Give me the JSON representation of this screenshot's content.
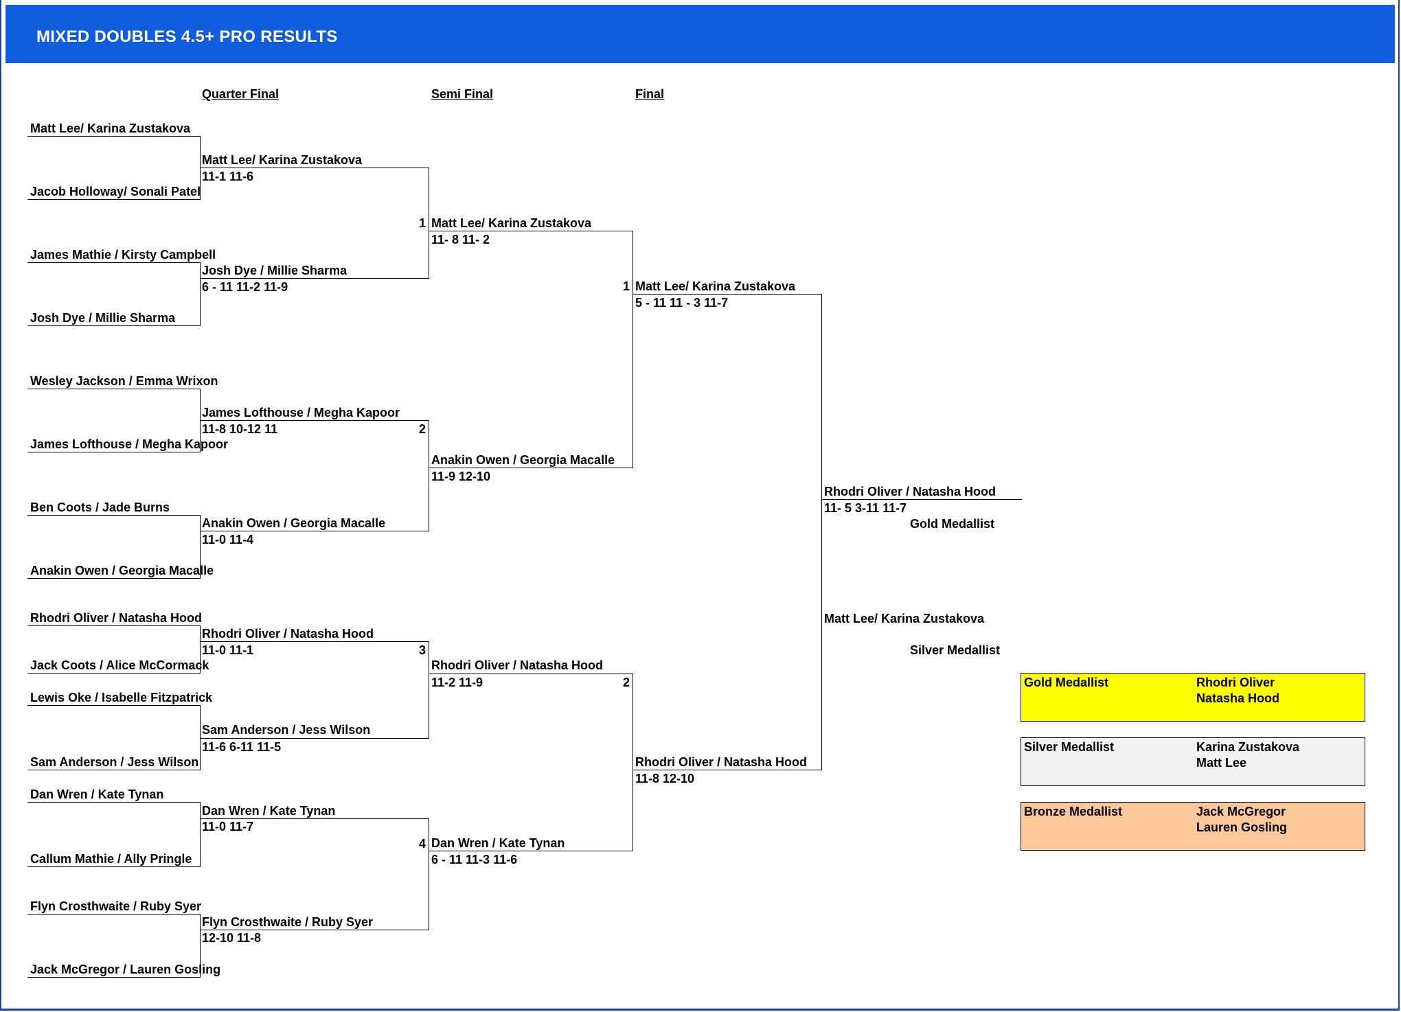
{
  "title": "MIXED DOUBLES 4.5+ PRO RESULTS",
  "rounds": {
    "quarter": "Quarter Final",
    "semi": "Semi Final",
    "final": "Final"
  },
  "r1": [
    "Matt Lee/ Karina Zustakova",
    "Jacob Holloway/ Sonali Patel",
    "James Mathie / Kirsty Campbell",
    "Josh Dye / Millie Sharma",
    "Wesley Jackson / Emma Wrixon",
    "James Lofthouse / Megha Kapoor",
    "Ben Coots / Jade Burns",
    "Anakin Owen / Georgia Macalle",
    "Rhodri Oliver / Natasha Hood",
    "Jack Coots / Alice McCormack",
    "Lewis Oke / Isabelle Fitzpatrick",
    "Sam Anderson / Jess Wilson",
    "Dan Wren / Kate Tynan",
    "Callum Mathie / Ally Pringle",
    "Flyn Crosthwaite / Ruby Syer",
    "Jack McGregor / Lauren Gosling"
  ],
  "qf": [
    {
      "name": "Matt Lee/ Karina Zustakova",
      "score": "11-1  11-6"
    },
    {
      "name": "Josh Dye / Millie Sharma",
      "score": "6 - 11  11-2  11-9"
    },
    {
      "name": "James Lofthouse / Megha Kapoor",
      "score": "11-8  10-12  11"
    },
    {
      "name": "Anakin Owen / Georgia Macalle",
      "score": "11-0  11-4"
    },
    {
      "name": "Rhodri Oliver / Natasha Hood",
      "score": "11-0  11-1"
    },
    {
      "name": "Sam Anderson / Jess Wilson",
      "score": "11-6  6-11  11-5"
    },
    {
      "name": "Dan Wren / Kate Tynan",
      "score": "11-0  11-7"
    },
    {
      "name": "Flyn Crosthwaite / Ruby Syer",
      "score": "12-10  11-8"
    }
  ],
  "sf": [
    {
      "name": "Matt Lee/ Karina Zustakova",
      "score": "11- 8  11- 2",
      "seed": "1"
    },
    {
      "name": "Anakin Owen / Georgia Macalle",
      "score": "11-9  12-10",
      "seed": "2"
    },
    {
      "name": "Rhodri Oliver / Natasha Hood",
      "score": "11-2  11-9",
      "seed": "3"
    },
    {
      "name": "Dan Wren / Kate Tynan",
      "score": "6 - 11   11-3   11-6",
      "seed": "4"
    }
  ],
  "f": [
    {
      "name": "Matt Lee/ Karina Zustakova",
      "score": "5 - 11   11 - 3   11-7",
      "seed": "1"
    },
    {
      "name": "Rhodri Oliver / Natasha Hood",
      "score": "11-8   12-10",
      "seed": "2"
    }
  ],
  "winner": {
    "name": "Rhodri Oliver / Natasha Hood",
    "score": "11- 5  3-11  11-7",
    "medal": "Gold Medallist"
  },
  "runner_up": {
    "name": "Matt Lee/ Karina Zustakova",
    "medal": "Silver Medallist"
  },
  "medals": [
    {
      "label": "Gold Medallist",
      "p1": "Rhodri Oliver",
      "p2": "Natasha Hood",
      "color": "#ffff00"
    },
    {
      "label": "Silver Medallist",
      "p1": "Karina Zustakova",
      "p2": "Matt Lee",
      "color": "#f2f2f2"
    },
    {
      "label": "Bronze Medallist",
      "p1": "Jack McGregor",
      "p2": "Lauren Gosling",
      "color": "#ffc89b"
    }
  ]
}
